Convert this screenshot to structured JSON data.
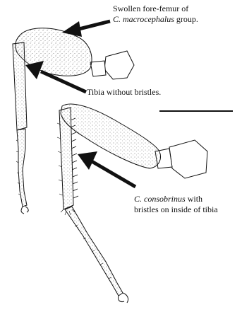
{
  "labels": {
    "femur": {
      "line1": "Swollen fore-femur of",
      "line2_italic": "C. macrocephalus",
      "line2_rest": " group."
    },
    "tibia": {
      "text": "Tibia without bristles."
    },
    "consobrinus": {
      "line1_italic": "C. consobrinus",
      "line1_rest": " with",
      "line2": "bristles on inside of tibia"
    }
  },
  "colors": {
    "ink": "#111111",
    "background": "#ffffff"
  }
}
